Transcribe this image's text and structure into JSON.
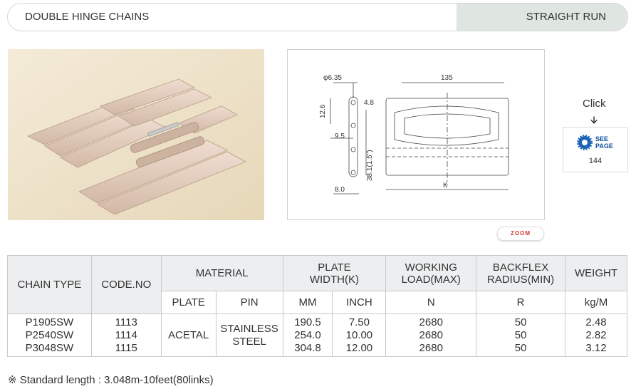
{
  "header": {
    "title": "DOUBLE HINGE CHAINS",
    "section": "STRAIGHT RUN"
  },
  "drawing": {
    "d1": "φ6.35",
    "d2": "135",
    "d3": "4.8",
    "d4": "12.6",
    "d5": "9.5",
    "d6": "38.1(1.5\")",
    "d7": "8.0",
    "d8": "K"
  },
  "zoom": {
    "label": "ZOOM"
  },
  "see_page": {
    "click_label": "Click",
    "see": "SEE",
    "page": "PAGE",
    "page_number": "144"
  },
  "table": {
    "headers": {
      "chain_type": "CHAIN TYPE",
      "code_no": "CODE.NO",
      "material": "MATERIAL",
      "plate_width_1": "PLATE",
      "plate_width_2": "WIDTH(K)",
      "working_load_1": "WORKING",
      "working_load_2": "LOAD(MAX)",
      "backflex_1": "BACKFLEX",
      "backflex_2": "RADIUS(MIN)",
      "weight": "WEIGHT"
    },
    "subheaders": {
      "plate": "PLATE",
      "pin": "PIN",
      "mm": "MM",
      "inch": "INCH",
      "n": "N",
      "r": "R",
      "kgm": "kg/M"
    },
    "rows": {
      "chain_type": [
        "P1905SW",
        "P2540SW",
        "P3048SW"
      ],
      "code_no": [
        "1113",
        "1114",
        "1115"
      ],
      "plate_material": "ACETAL",
      "pin_material_1": "STAINLESS",
      "pin_material_2": "STEEL",
      "mm": [
        "190.5",
        "254.0",
        "304.8"
      ],
      "inch": [
        "7.50",
        "10.00",
        "12.00"
      ],
      "load": [
        "2680",
        "2680",
        "2680"
      ],
      "radius": [
        "50",
        "50",
        "50"
      ],
      "weight": [
        "2.48",
        "2.82",
        "3.12"
      ]
    }
  },
  "note": "※ Standard length : 3.048m-10feet(80links)"
}
